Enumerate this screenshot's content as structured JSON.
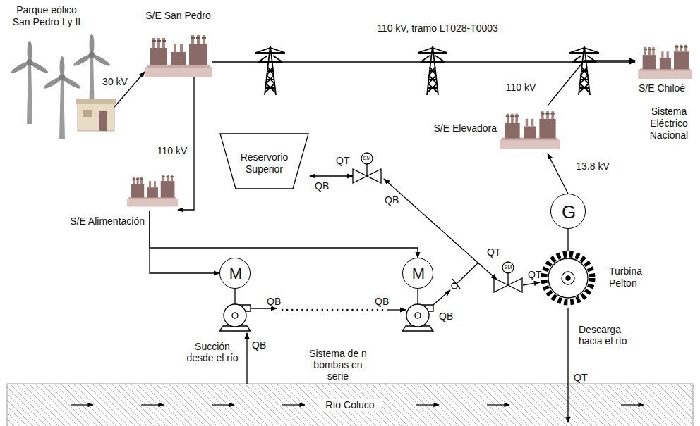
{
  "diagram": {
    "nodes": [
      {
        "text": [
          "Parque eólico San Pedro I y II"
        ]
      },
      {
        "text": [
          "S/E San Pedro"
        ]
      },
      {
        "text": [
          "S/E Chiloé",
          "Sistema Eléctrico Nacional"
        ]
      },
      {
        "text": [
          "Reservorio Superior"
        ]
      },
      {
        "text": [
          "S/E Elevadora"
        ]
      },
      {
        "text": [
          "S/E Alimentación"
        ]
      },
      {
        "text": [
          "M"
        ]
      },
      {
        "text": [
          "M"
        ]
      },
      {
        "text": [
          "G"
        ]
      },
      {
        "text": [
          "Turbina Pelton"
        ]
      },
      {
        "text": [
          "Río Coluco"
        ]
      }
    ],
    "edges": [
      {
        "from": 0,
        "to": 1,
        "label": "30 kV",
        "arrow": "to"
      },
      {
        "from": 1,
        "to": 2,
        "label": "110 kV, tramo LT028-T0003",
        "arrow": "to"
      },
      {
        "from": 1,
        "to": 5,
        "label": "110 kV",
        "arrow": "to"
      },
      {
        "from": 4,
        "to": 2,
        "label": "110 kV",
        "arrow": "to"
      },
      {
        "from": 8,
        "to": 4,
        "label": "13.8 kV",
        "arrow": "to"
      },
      {
        "from": 5,
        "to": 6,
        "arrow": "to"
      },
      {
        "from": 5,
        "to": 7,
        "arrow": "to"
      },
      {
        "from": 8,
        "to": 9,
        "arrow": "none"
      }
    ],
    "labels": [
      "QT",
      "EM",
      "QB",
      "QB",
      "QT",
      "EM",
      "QT",
      "QB",
      "QB",
      "QB",
      "Descarga hacia el río",
      "QB",
      "Succión desde el río",
      "Sistema de n bombas en serie",
      "QT"
    ]
  }
}
